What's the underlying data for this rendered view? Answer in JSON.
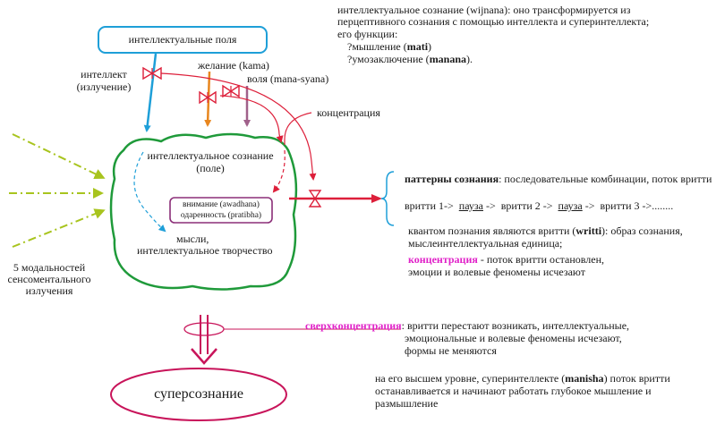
{
  "header": {
    "line1": "интеллектуальное сознание (wijnana): оно трансформируется из",
    "line2": "перцептивного сознания с помощью интеллекта и суперинтеллекта;",
    "line3": "его функции:",
    "item1_prefix": "?мышление (",
    "item1_bold": "mati",
    "item1_suffix": ")",
    "item2_prefix": "?умозаключение (",
    "item2_bold": "manana",
    "item2_suffix": ")."
  },
  "diagram": {
    "fields_box": "интеллектуальные поля",
    "intellect_line1": "интеллект",
    "intellect_line2": "(излучение)",
    "desire": "желание (kama)",
    "will": "воля (mana-syana)",
    "concentration_label": "концентрация",
    "consciousness_line1": "интеллектуальное сознание",
    "consciousness_line2": "(поле)",
    "attention_line1": "внимание (awadhana)",
    "attention_line2": "одаренность (pratibha)",
    "thoughts_line1": "мысли,",
    "thoughts_line2": "интеллектуальное творчество",
    "modalities_line1": "5 модальностей",
    "modalities_line2": "сенсоментального",
    "modalities_line3": "излучения",
    "superconsciousness": "суперсознание"
  },
  "patterns": {
    "title_bold": "паттерны сознания",
    "title_rest": ": последовательные комбинации, поток вритти",
    "seq_v1": "вритти 1->",
    "seq_p1": "пауза",
    "seq_a1": "->",
    "seq_v2": "вритти 2 ->",
    "seq_p2": "пауза",
    "seq_a2": "->",
    "seq_v3": "вритти 3 ->........",
    "quantum_prefix": "квантом познания являются вритти (",
    "quantum_bold": "writti",
    "quantum_suffix": "): образ сознания,",
    "quantum_line2": "мыслеинтеллектуальная единица;",
    "conc_word": "концентрация",
    "conc_rest": " - поток вритти остановлен,",
    "conc_line2": "эмоции и волевые феномены исчезают"
  },
  "superconc": {
    "word": "сверхконцентрация",
    "rest": ": вритти перестают возникать, интеллектуальные,",
    "line2": "эмоциональные и волевые феномены исчезают,",
    "line3": "формы не меняются"
  },
  "bottom": {
    "line1_prefix": "на его высшем уровне, суперинтеллекте (",
    "line1_bold": "manisha",
    "line1_suffix": ") поток вритти",
    "line2": "останавливается и начинают работать глубокое мышление и",
    "line3": "размышление"
  },
  "colors": {
    "green": "#1f9a3a",
    "blue": "#1e9fd8",
    "orange": "#e8861e",
    "purple": "#a0608a",
    "red": "#dd1f3a",
    "magenta": "#e020c8",
    "yellowgreen": "#a8c41e"
  }
}
